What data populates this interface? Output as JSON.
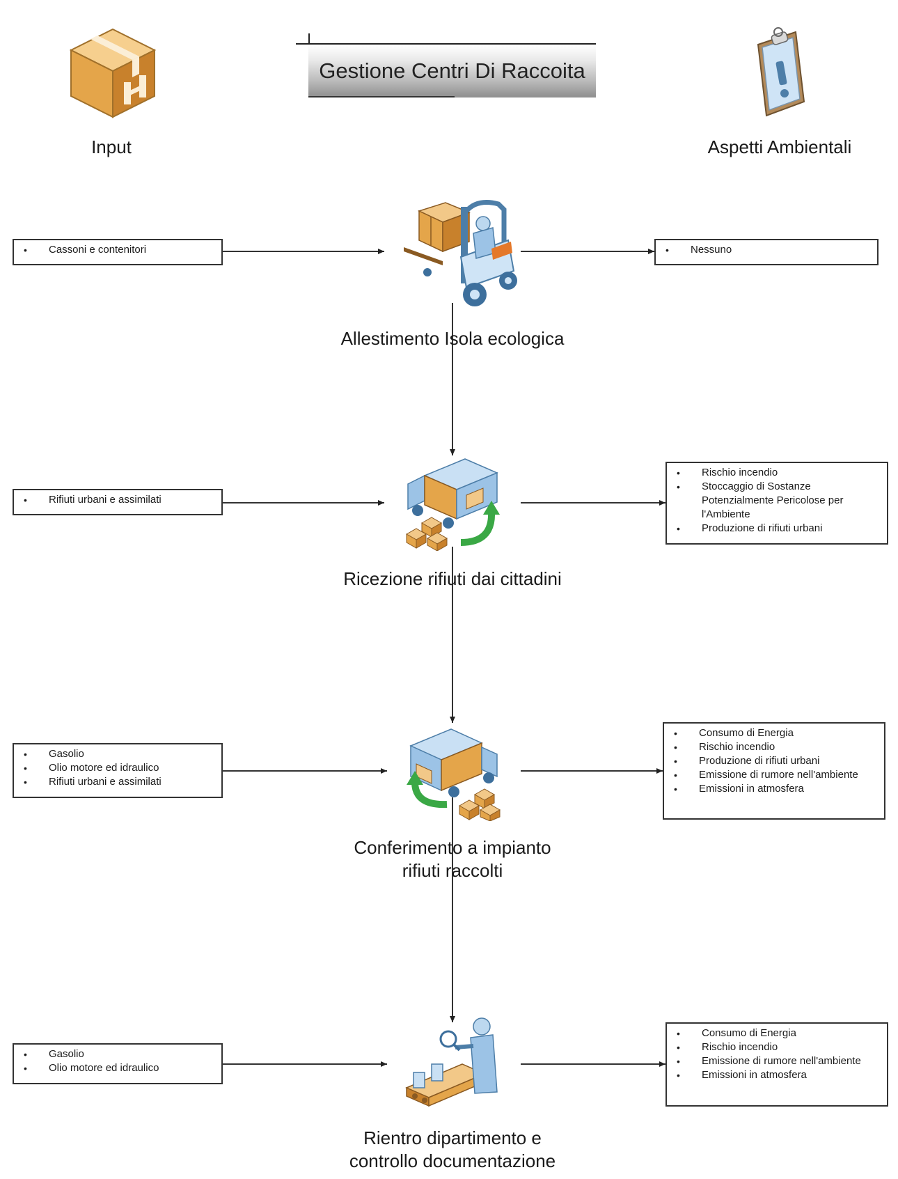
{
  "title": "Gestione Centri Di Raccoita",
  "columns": {
    "input": "Input",
    "aspects": "Aspetti Ambientali"
  },
  "steps": [
    {
      "label": [
        "Allestimento Isola ecologica"
      ],
      "icon": "forklift-icon",
      "inputs": [
        "Cassoni e contenitori"
      ],
      "aspects": [
        "Nessuno"
      ]
    },
    {
      "label": [
        "Ricezione rifiuti dai cittadini"
      ],
      "icon": "truck-loading-icon",
      "inputs": [
        "Rifiuti urbani e assimilati"
      ],
      "aspects": [
        "Rischio incendio",
        "Stoccaggio di Sostanze Potenzialmente Pericolose per l'Ambiente",
        "Produzione di rifiuti urbani"
      ]
    },
    {
      "label": [
        "Conferimento a impianto",
        "rifiuti raccolti"
      ],
      "icon": "truck-unloading-icon",
      "inputs": [
        "Gasolio",
        "Olio motore ed idraulico",
        "Rifiuti urbani e assimilati"
      ],
      "aspects": [
        "Consumo di Energia",
        "Rischio incendio",
        "Produzione di rifiuti urbani",
        "Emissione di rumore nell'ambiente",
        "Emissioni in atmosfera"
      ]
    },
    {
      "label": [
        "Rientro dipartimento e",
        "controllo documentazione"
      ],
      "icon": "inspection-conveyor-icon",
      "inputs": [
        "Gasolio",
        "Olio motore ed idraulico"
      ],
      "aspects": [
        "Consumo di Energia",
        "Rischio incendio",
        "Emissione di rumore nell'ambiente",
        "Emissioni in atmosfera"
      ]
    }
  ],
  "colors": {
    "box_orange": "#e4a54a",
    "vehicle_blue": "#9cc3e6",
    "arrow_green": "#3aa845"
  }
}
